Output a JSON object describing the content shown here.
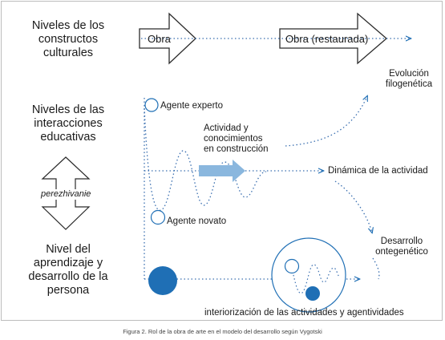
{
  "levels": {
    "cultural": [
      "Niveles de los",
      "constructos",
      "culturales"
    ],
    "interaction": [
      "Niveles de las",
      "interacciones",
      "educativas"
    ],
    "learning": [
      "Nivel del",
      "aprendizaje y",
      "desarrollo de la",
      "persona"
    ]
  },
  "arrows": {
    "obra": "Obra",
    "obra_restaurada": "Obra (restaurada)"
  },
  "labels": {
    "evolucion": [
      "Evolución",
      "filogenética"
    ],
    "agente_experto": "Agente experto",
    "actividad": [
      "Actividad y",
      "conocimientos",
      "en construcción"
    ],
    "dinamica": "Dinámica de la actividad",
    "perezhivanie": "perezhivanie",
    "agente_novato": "Agente novato",
    "desarrollo": [
      "Desarrollo",
      "ontegenético"
    ],
    "interiorizacion": "interiorización de las actividades y agentividades"
  },
  "colors": {
    "accent": "#1f6fb5",
    "dotted": "#3a6fb0",
    "light_arrow": "#8ab7de"
  },
  "caption": "Figura 2. Rol de la obra de arte en el modelo del desarrollo según Vygotski"
}
